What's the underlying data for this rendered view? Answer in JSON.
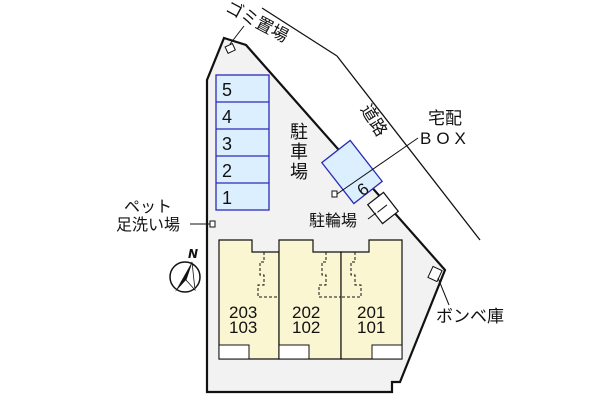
{
  "colors": {
    "lot_fill": "#f2f2f2",
    "outline": "#111111",
    "parking_fill": "#dcefff",
    "parking_stroke": "#2b2bb8",
    "building_fill": "#fbf6d2",
    "white": "#ffffff"
  },
  "labels": {
    "garbage": "ゴミ置場",
    "road": "道路",
    "delivery_box_line1": "宅配",
    "delivery_box_line2": "BOX",
    "parking": [
      "駐",
      "車",
      "場"
    ],
    "bicycle_parking": "駐輪場",
    "pet_wash_line1": "ペット",
    "pet_wash_line2": "足洗い場",
    "gas_cylinder": "ボンベ庫",
    "north": "N"
  },
  "parking_spaces": [
    "5",
    "4",
    "3",
    "2",
    "1",
    "6"
  ],
  "units": [
    {
      "upper": "203",
      "lower": "103"
    },
    {
      "upper": "202",
      "lower": "102"
    },
    {
      "upper": "201",
      "lower": "101"
    }
  ]
}
